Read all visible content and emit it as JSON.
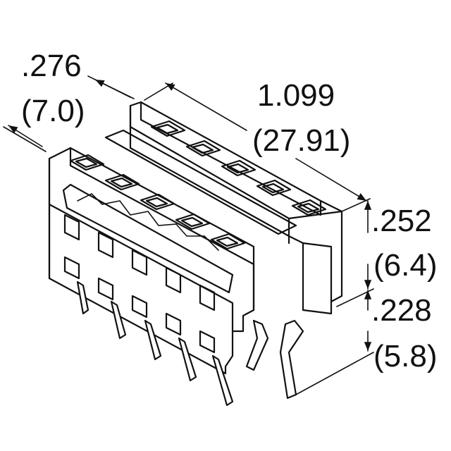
{
  "dimensions": {
    "depth_in": ".276",
    "depth_mm": "(7.0)",
    "length_in": "1.099",
    "length_mm": "(27.91)",
    "body_height_in": ".252",
    "body_height_mm": "(6.4)",
    "pin_length_in": ".228",
    "pin_length_mm": "(5.8)"
  }
}
